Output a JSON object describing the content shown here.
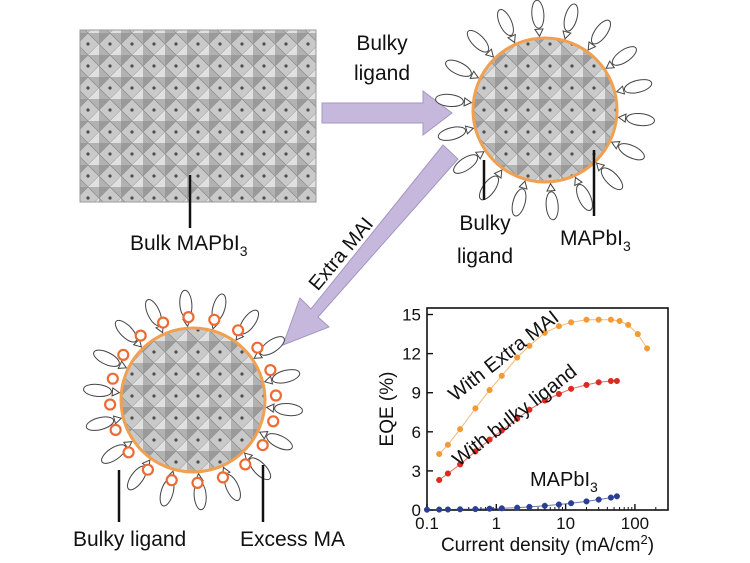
{
  "labels": {
    "bulky_ligand_arrow_line1": "Bulky",
    "bulky_ligand_arrow_line2": "ligand",
    "bulk_mapbi3_main": "Bulk MAPbI",
    "bulk_mapbi3_sub": "3",
    "extra_mai": "Extra MAI",
    "bulky_ligand_right_line1": "Bulky",
    "bulky_ligand_right_line2": "ligand",
    "mapbi3_right_main": "MAPbI",
    "mapbi3_right_sub": "3",
    "bulky_ligand_bottom": "Bulky ligand",
    "excess_ma": "Excess MA"
  },
  "colors": {
    "arrow": "#c6b8dc",
    "arrow_stroke": "#a595c3",
    "tile": "#b9b9b9",
    "tile_dark": "#6f6f6f",
    "shell": "#f0a050",
    "ring": "#ee6a35",
    "orange_series": "#f39a36",
    "red_series": "#dd2b20",
    "blue_series": "#2a3f94"
  },
  "chart_data": {
    "type": "scatter",
    "xlabel": "Current density (mA/cm",
    "xlabel_sup": "2",
    "xlabel_end": ")",
    "ylabel": "EQE (%)",
    "xscale": "log",
    "xlim": [
      0.1,
      300
    ],
    "ylim": [
      0,
      15.5
    ],
    "xticks": [
      0.1,
      1,
      10,
      100
    ],
    "xticklabels": [
      "0.1",
      "1",
      "10",
      "100"
    ],
    "yticks": [
      0,
      3,
      6,
      9,
      12,
      15
    ],
    "grid": false,
    "series": [
      {
        "name": "With Extra MAI",
        "color": "#f39a36",
        "x": [
          0.15,
          0.2,
          0.3,
          0.5,
          0.8,
          1.2,
          2,
          3,
          5,
          8,
          12,
          20,
          30,
          45,
          60,
          80,
          110,
          150
        ],
        "y": [
          4.3,
          5.0,
          6.2,
          7.8,
          9.2,
          10.3,
          11.7,
          12.6,
          13.6,
          14.1,
          14.4,
          14.6,
          14.6,
          14.6,
          14.5,
          14.2,
          13.5,
          12.4
        ]
      },
      {
        "name": "With bulky ligand",
        "color": "#dd2b20",
        "x": [
          0.15,
          0.2,
          0.3,
          0.5,
          0.8,
          1.2,
          2,
          3,
          5,
          8,
          12,
          20,
          30,
          45,
          55
        ],
        "y": [
          2.3,
          2.8,
          3.5,
          4.5,
          5.4,
          6.1,
          7.0,
          7.7,
          8.4,
          8.9,
          9.3,
          9.6,
          9.8,
          9.9,
          9.9
        ]
      },
      {
        "name": "MAPbI3",
        "color": "#2a3f94",
        "x": [
          0.1,
          0.15,
          0.2,
          0.3,
          0.5,
          0.8,
          1.2,
          2,
          3,
          5,
          8,
          12,
          20,
          30,
          45,
          55
        ],
        "y": [
          0.02,
          0.03,
          0.04,
          0.05,
          0.07,
          0.1,
          0.13,
          0.18,
          0.24,
          0.32,
          0.42,
          0.52,
          0.66,
          0.8,
          0.95,
          1.05
        ]
      }
    ],
    "annotations": {
      "orange": "With Extra MAI",
      "red": "With bulky ligand",
      "blue_main": "MAPbI",
      "blue_sub": "3"
    }
  }
}
